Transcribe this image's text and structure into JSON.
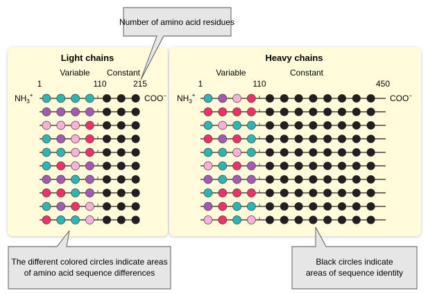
{
  "colors": {
    "teal": "#2bb5b5",
    "purple": "#a15bb5",
    "light_pink": "#f7b2da",
    "red": "#ee3169",
    "black": "#231f20",
    "panel_bg": "#fffbdb",
    "callout_bg": "#e6e6e6"
  },
  "legend": {
    "T": "teal",
    "P": "purple",
    "L": "light_pink",
    "R": "red"
  },
  "light": {
    "title": "Light chains",
    "variable_label": "Variable",
    "constant_label": "Constant",
    "pos_start": "1",
    "pos_boundary": "110",
    "pos_end": "215",
    "n_terminus": "NH3+",
    "c_terminus": "COO−",
    "constant_count": 3,
    "rows": [
      [
        "T",
        "T",
        "T",
        "T"
      ],
      [
        "P",
        "P",
        "P",
        "P"
      ],
      [
        "L",
        "L",
        "L",
        "R"
      ],
      [
        "T",
        "P",
        "L",
        "R"
      ],
      [
        "T",
        "T",
        "L",
        "R"
      ],
      [
        "T",
        "R",
        "L",
        "P"
      ],
      [
        "P",
        "P",
        "T",
        "P"
      ],
      [
        "R",
        "R",
        "T",
        "P"
      ],
      [
        "T",
        "P",
        "R",
        "L"
      ],
      [
        "R",
        "T",
        "T",
        "L"
      ]
    ]
  },
  "heavy": {
    "title": "Heavy chains",
    "variable_label": "Variable",
    "constant_label": "Constant",
    "pos_start": "1",
    "pos_boundary": "110",
    "pos_end": "450",
    "n_terminus": "NH3+",
    "c_terminus": "COO−",
    "constant_count": 8,
    "rows": [
      [
        "T",
        "P",
        "L",
        "R"
      ],
      [
        "R",
        "R",
        "R",
        "R"
      ],
      [
        "T",
        "L",
        "T",
        "T"
      ],
      [
        "R",
        "P",
        "R",
        "T"
      ],
      [
        "T",
        "T",
        "L",
        "T"
      ],
      [
        "L",
        "T",
        "R",
        "P"
      ],
      [
        "P",
        "T",
        "P",
        "P"
      ],
      [
        "T",
        "R",
        "R",
        "R"
      ],
      [
        "P",
        "R",
        "T",
        "T"
      ],
      [
        "L",
        "R",
        "T",
        "L"
      ]
    ]
  },
  "callouts": {
    "residues": "Number of amino acid residues",
    "differences_line1": "The different colored circles indicate areas",
    "differences_line2": "of amino acid sequence differences",
    "identity_line1": "Black circles indicate",
    "identity_line2": "areas of sequence identity"
  }
}
